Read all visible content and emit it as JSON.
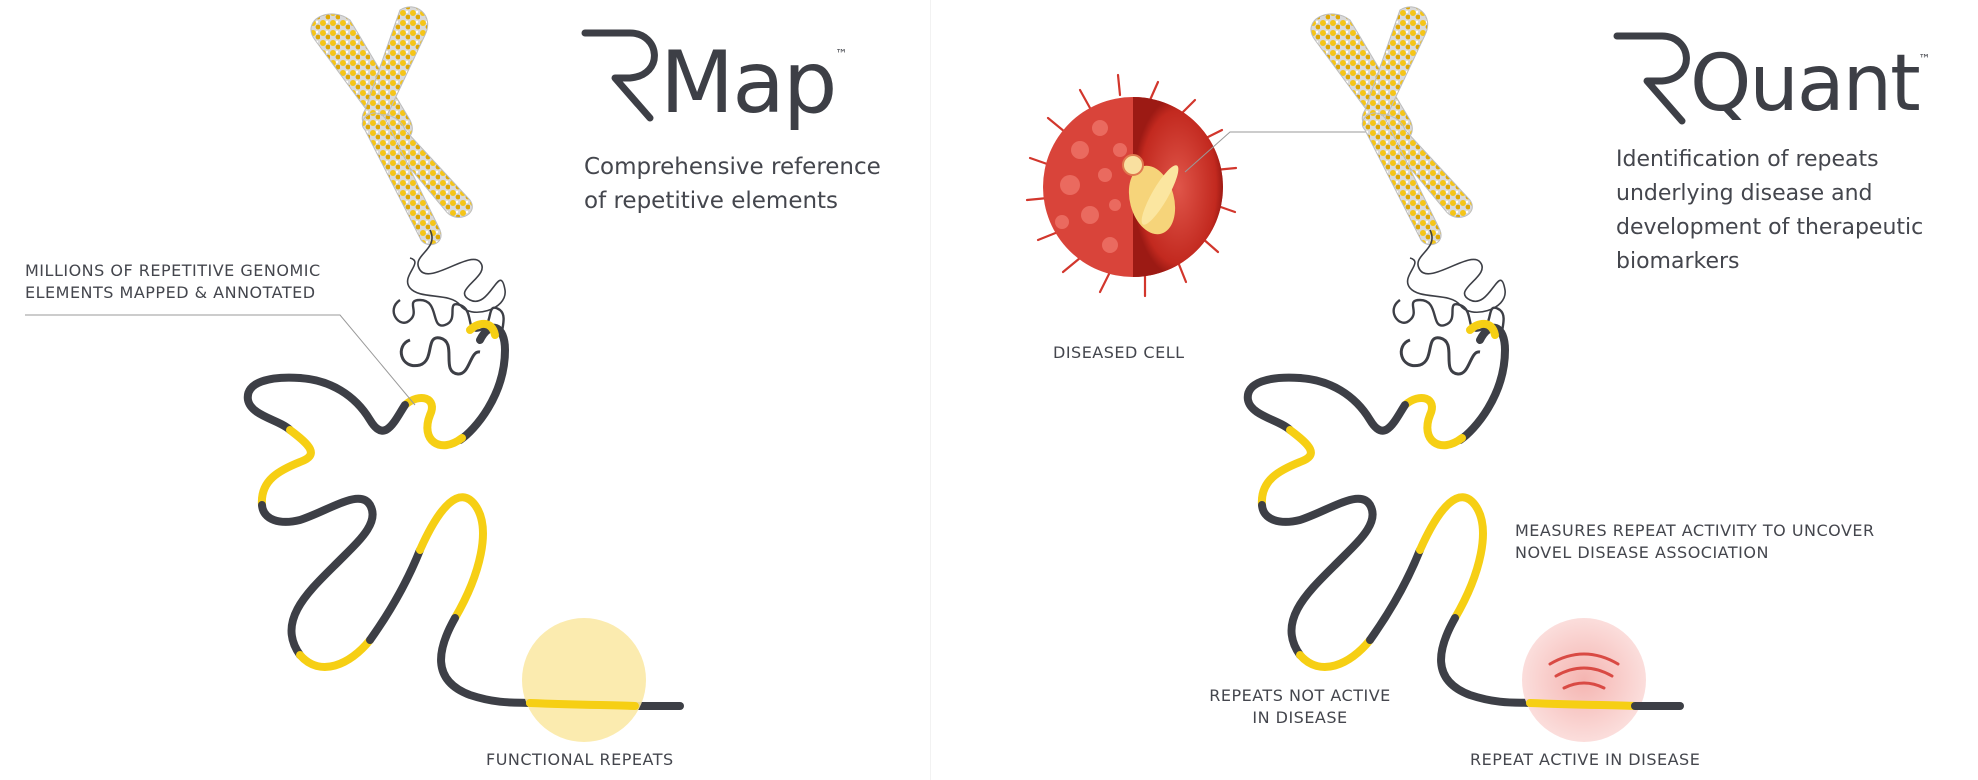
{
  "rmap": {
    "brand": "Map",
    "tm": "™",
    "tagline_line1": "Comprehensive reference",
    "tagline_line2": "of repetitive elements",
    "callout_line1": "MILLIONS OF REPETITIVE GENOMIC",
    "callout_line2": "ELEMENTS MAPPED & ANNOTATED",
    "bottom_label": "FUNCTIONAL REPEATS"
  },
  "rquant": {
    "brand": "Quant",
    "tm": "™",
    "tagline_line1": "Identification of repeats",
    "tagline_line2": "underlying disease and",
    "tagline_line3": "development of therapeutic",
    "tagline_line4": "biomarkers",
    "cell_label": "DISEASED CELL",
    "callout_line1": "MEASURES REPEAT ACTIVITY TO UNCOVER",
    "callout_line2": "NOVEL DISEASE ASSOCIATION",
    "not_active_line1": "REPEATS NOT ACTIVE",
    "not_active_line2": "IN DISEASE",
    "active_label": "REPEAT ACTIVE IN DISEASE"
  },
  "colors": {
    "ink": "#3d3f46",
    "yellow": "#f6cf14",
    "soft_yellow": "#fbe9a6",
    "red": "#d2362c",
    "pink_glow": "#f7c7c4"
  },
  "icons": {
    "logo_mark": "r-logo-icon",
    "chromosome": "chromosome-icon",
    "cell": "diseased-cell-icon",
    "signal": "signal-waves-icon"
  }
}
